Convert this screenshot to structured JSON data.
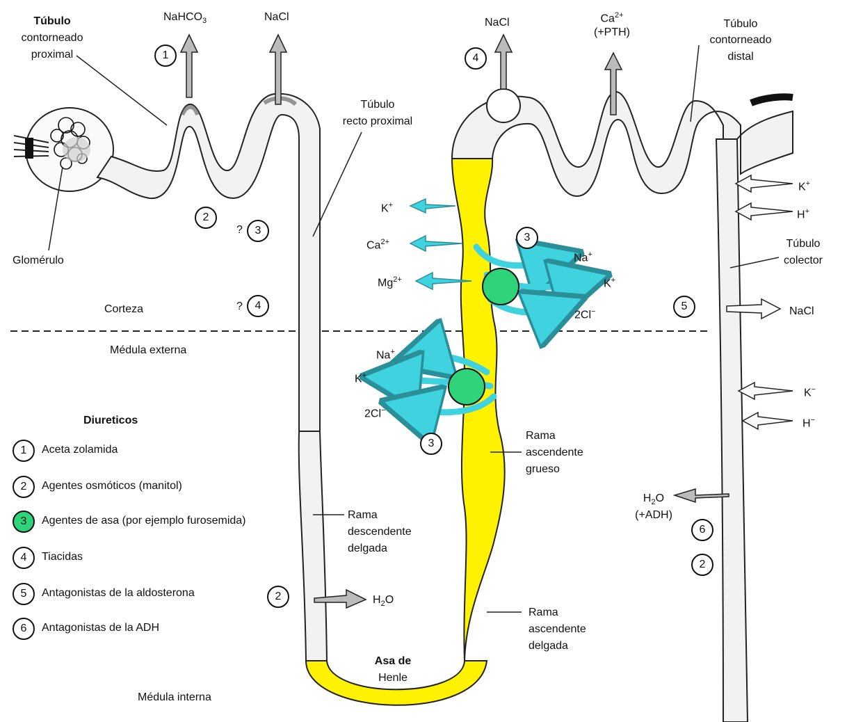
{
  "labels": {
    "tcp_line1": "Túbulo",
    "tcp_line2": "contorneado",
    "tcp_line3": "proximal",
    "glomerulo": "Glomérulo",
    "corteza": "Corteza",
    "medula_externa": "Médula externa",
    "medula_interna": "Médula interna",
    "trp_line1": "Túbulo",
    "trp_line2": "recto proximal",
    "tcd_line1": "Túbulo",
    "tcd_line2": "contorneado",
    "tcd_line3": "distal",
    "colector_line1": "Túbulo",
    "colector_line2": "colector",
    "rama_desc_line1": "Rama",
    "rama_desc_line2": "descendente",
    "rama_desc_line3": "delgada",
    "rama_asc_gr_line1": "Rama",
    "rama_asc_gr_line2": "ascendente",
    "rama_asc_gr_line3": "grueso",
    "rama_asc_del_line1": "Rama",
    "rama_asc_del_line2": "ascendente",
    "rama_asc_del_line3": "delgada",
    "asa_line1": "Asa de",
    "asa_line2": "Henle",
    "question": "?"
  },
  "ions": {
    "nahco3": "NaHCO",
    "nahco3_sub": "3",
    "nacl": "NaCl",
    "ca": "Ca",
    "ca_sup": "2+",
    "pth": "(+PTH)",
    "k": "K",
    "plus": "+",
    "minus": "−",
    "h": "H",
    "mg": "Mg",
    "mg_sup": "2+",
    "na": "Na",
    "cl2": "2Cl",
    "h2o_h": "H",
    "h2o_sub": "2",
    "h2o_o": "O",
    "adh": "(+ADH)"
  },
  "markers": {
    "n1": "1",
    "n2": "2",
    "n3": "3",
    "n4": "4",
    "n5": "5",
    "n6": "6"
  },
  "legend": {
    "title": "Diureticos",
    "items": [
      {
        "num": "1",
        "text": "Aceta zolamida"
      },
      {
        "num": "2",
        "text": "Agentes osmóticos (manitol)"
      },
      {
        "num": "3",
        "text": "Agentes de asa (por ejemplo furosemida)"
      },
      {
        "num": "4",
        "text": "Tiacidas"
      },
      {
        "num": "5",
        "text": "Antagonistas de la aldosterona"
      },
      {
        "num": "6",
        "text": "Antagonistas de la ADH"
      }
    ]
  },
  "colors": {
    "tubule_fill": "#f2f2f2",
    "tubule_stroke": "#222222",
    "thick_ascending": "#fff200",
    "cyan_arrow": "#3fd3e0",
    "cotransporter": "#2fd47a"
  },
  "icons": {
    "out_arrow": "outward-arrow-icon",
    "cyan_arrow": "cyan-arrow-icon",
    "cotransporter": "cotransporter-circle-icon"
  }
}
